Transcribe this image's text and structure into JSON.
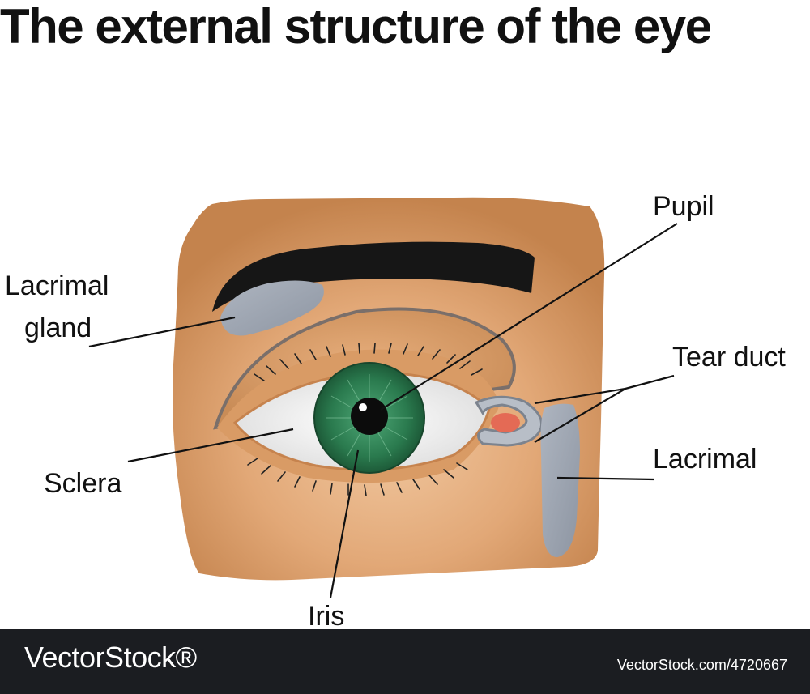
{
  "title": "The external structure of the eye",
  "labels": {
    "pupil": "Pupil",
    "lacrimal_gland_line1": "Lacrimal",
    "lacrimal_gland_line2": "gland",
    "tear_duct": "Tear duct",
    "lacrimal": "Lacrimal",
    "sclera": "Sclera",
    "iris": "Iris"
  },
  "footer": {
    "logo": "VectorStock®",
    "image_id": "VectorStock.com/4720667"
  },
  "colors": {
    "skin": "#d89a63",
    "skin_light": "#edc39b",
    "iris": "#2a7a4e",
    "iris_dark": "#1d5a38",
    "gland": "#9fa6b2",
    "caruncle": "#e46a55",
    "footer_bg": "#1b1d21"
  }
}
